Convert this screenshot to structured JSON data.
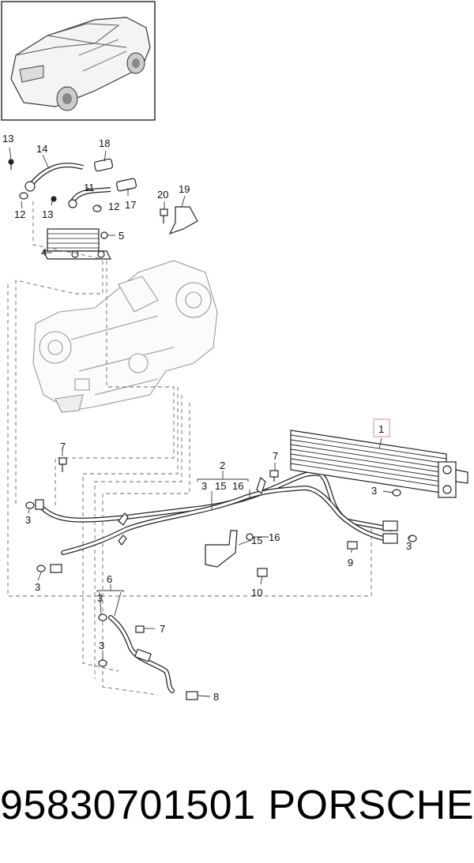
{
  "callouts": {
    "c1": "1",
    "c2": "2",
    "c3": "3",
    "c4": "4",
    "c5": "5",
    "c6": "6",
    "c7": "7",
    "c8": "8",
    "c9": "9",
    "c10": "10",
    "c11": "11",
    "c12": "12",
    "c13": "13",
    "c14": "14",
    "c15": "15",
    "c16": "16",
    "c17": "17",
    "c18": "18",
    "c19": "19",
    "c20": "20"
  },
  "caption": {
    "part_number": "95830701501",
    "brand": "PORSCHE"
  },
  "colors": {
    "line": "#222222",
    "highlight_box": "#e8a0a8"
  }
}
